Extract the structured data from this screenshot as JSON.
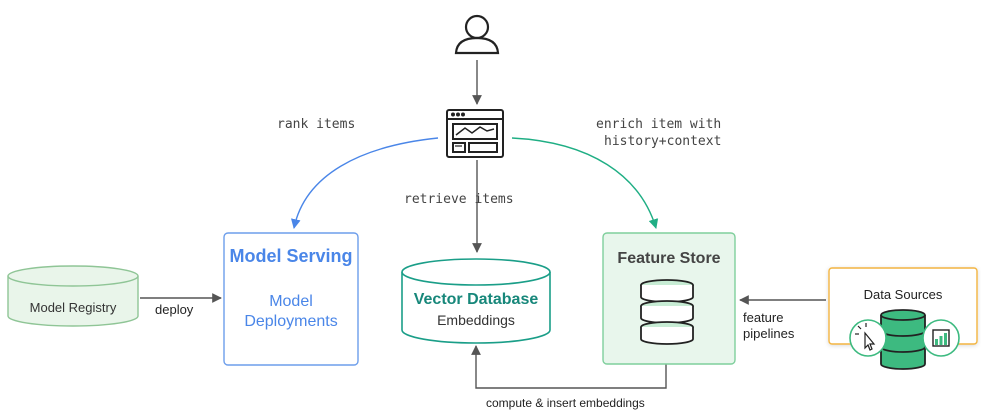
{
  "labels": {
    "rank_items": "rank items",
    "enrich_line1": "enrich item with",
    "enrich_line2": "history+context",
    "retrieve_items": "retrieve items",
    "deploy": "deploy",
    "feature_pipelines_line1": "feature",
    "feature_pipelines_line2": "pipelines",
    "compute_insert": "compute & insert embeddings"
  },
  "nodes": {
    "model_registry": "Model Registry",
    "model_serving_title": "Model Serving",
    "model_serving_sub1": "Model",
    "model_serving_sub2": "Deployments",
    "vector_db_title": "Vector Database",
    "vector_db_sub": "Embeddings",
    "feature_store_title": "Feature Store",
    "data_sources": "Data Sources"
  },
  "colors": {
    "blue": "#4a86e8",
    "teal": "#1a9e88",
    "green": "#3dba80",
    "orange": "#f2b441",
    "gray": "#555555"
  },
  "icons": [
    "user-icon",
    "app-window-icon",
    "layers-icon",
    "database-icon",
    "click-icon",
    "chart-icon"
  ]
}
